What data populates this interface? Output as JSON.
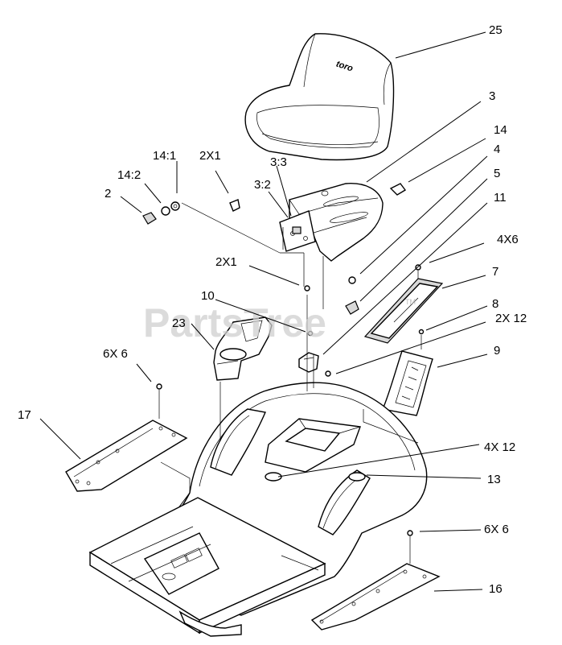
{
  "watermark": "PartsTree",
  "watermark_mark": "TM",
  "seat_brand": "toro",
  "callouts": {
    "c25": "25",
    "c3": "3",
    "c14": "14",
    "c4": "4",
    "c5": "5",
    "c11": "11",
    "c4x6": "4X6",
    "c7": "7",
    "c8": "8",
    "c2x12": "2X 12",
    "c9": "9",
    "c14_1": "14:1",
    "c14_2": "14:2",
    "c2": "2",
    "c2x1a": "2X1",
    "c3_3": "3:3",
    "c3_2": "3:2",
    "c2x1b": "2X1",
    "c10": "10",
    "c23": "23",
    "c6x6a": "6X 6",
    "c17": "17",
    "c4x12": "4X 12",
    "c13": "13",
    "c6x6b": "6X 6",
    "c16": "16"
  }
}
